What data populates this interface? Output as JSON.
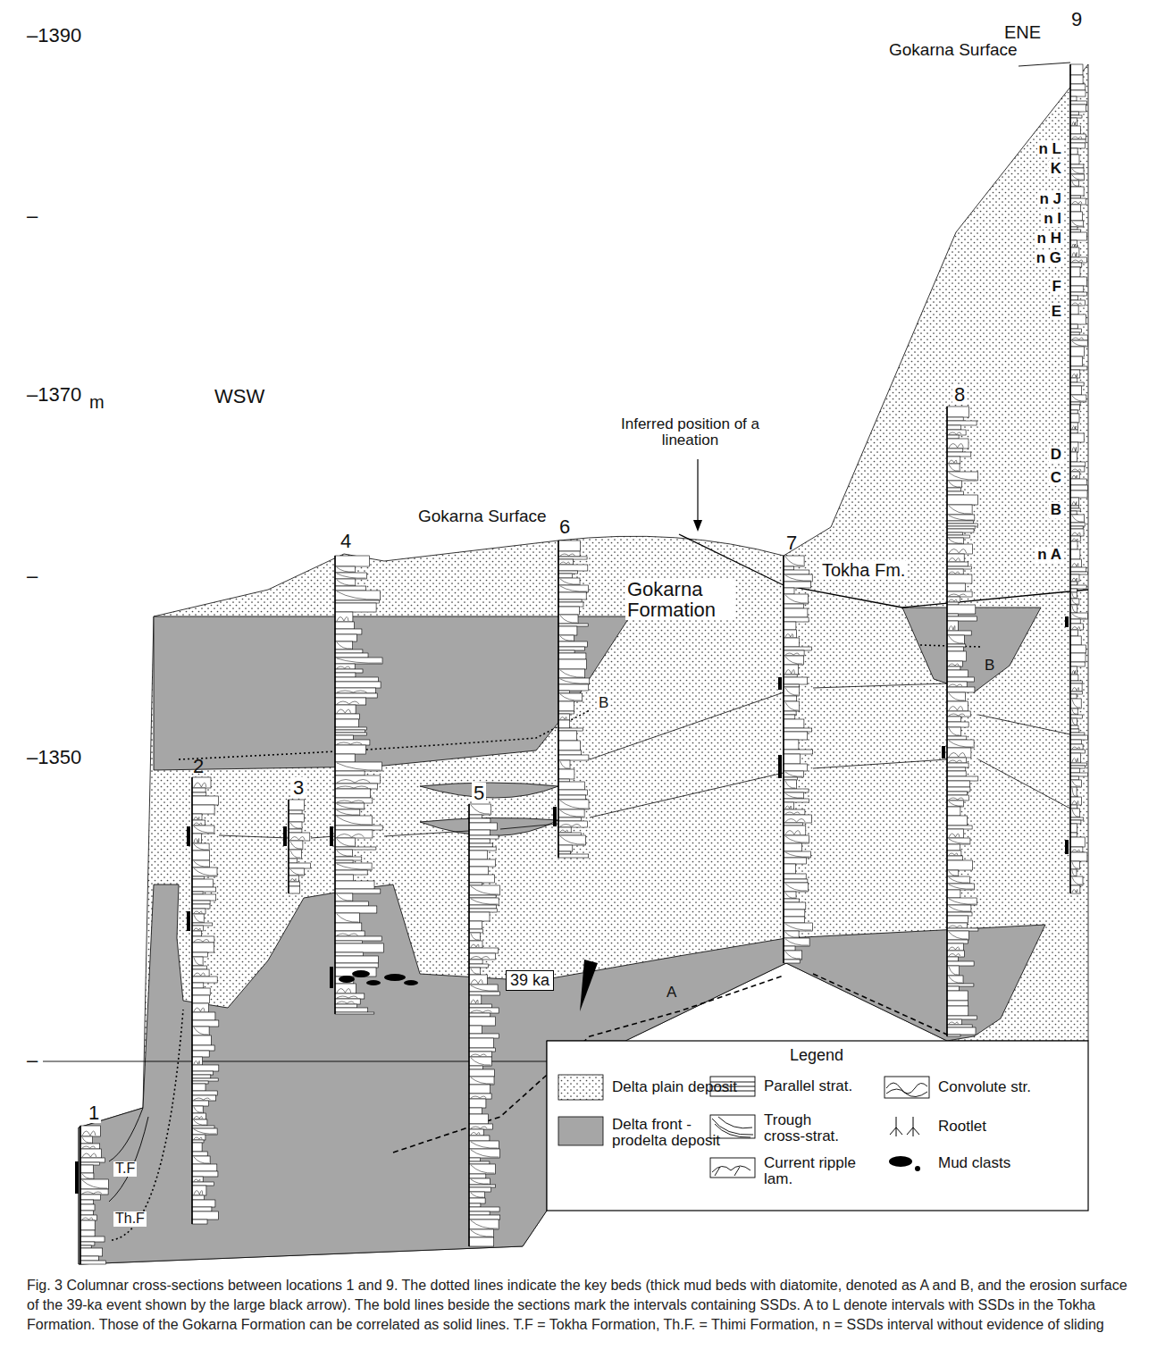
{
  "diagram": {
    "caption": "Fig. 3 Columnar cross-sections between locations 1 and 9. The dotted lines indicate the key beds (thick mud beds with diatomite, denoted as A and B, and the erosion surface of the 39-ka event shown by the large black arrow). The bold lines beside the sections mark the intervals containing SSDs. A to L denote intervals with SSDs in the Tokha Formation. Those of the Gokarna Formation can be correlated as solid lines. T.F = Tokha Formation, Th.F. = Thimi Formation, n = SSDs interval without evidence of sliding",
    "labels": [
      "–1390",
      "–",
      "–1370",
      "m",
      "–",
      "–1350",
      "–",
      "ENE",
      "9",
      "Gokarna Surface",
      "n L",
      "K",
      "n J",
      "n I",
      "n H",
      "n G",
      "F",
      "E",
      "D",
      "C",
      "B",
      "n A",
      "8",
      "Inferred position of a lineation",
      "WSW",
      "Gokarna Surface",
      "4",
      "6",
      "7",
      "Tokha Fm.",
      "Gokarna Formation",
      "B",
      "2",
      "3",
      "5",
      "B",
      "39 ka",
      "A",
      "1",
      "T.F",
      "Th.F",
      "Legend"
    ],
    "legend": [
      {
        "text": "Delta plain deposit"
      },
      {
        "text": "Delta front - prodelta deposit",
        "color": "#a6a6a6"
      },
      {
        "text": "Parallel strat."
      },
      {
        "text": "Trough cross-strat."
      },
      {
        "text": "Current ripple lam."
      },
      {
        "text": "Convolute str."
      },
      {
        "text": "Rootlet"
      },
      {
        "text": "Mud clasts"
      }
    ]
  }
}
